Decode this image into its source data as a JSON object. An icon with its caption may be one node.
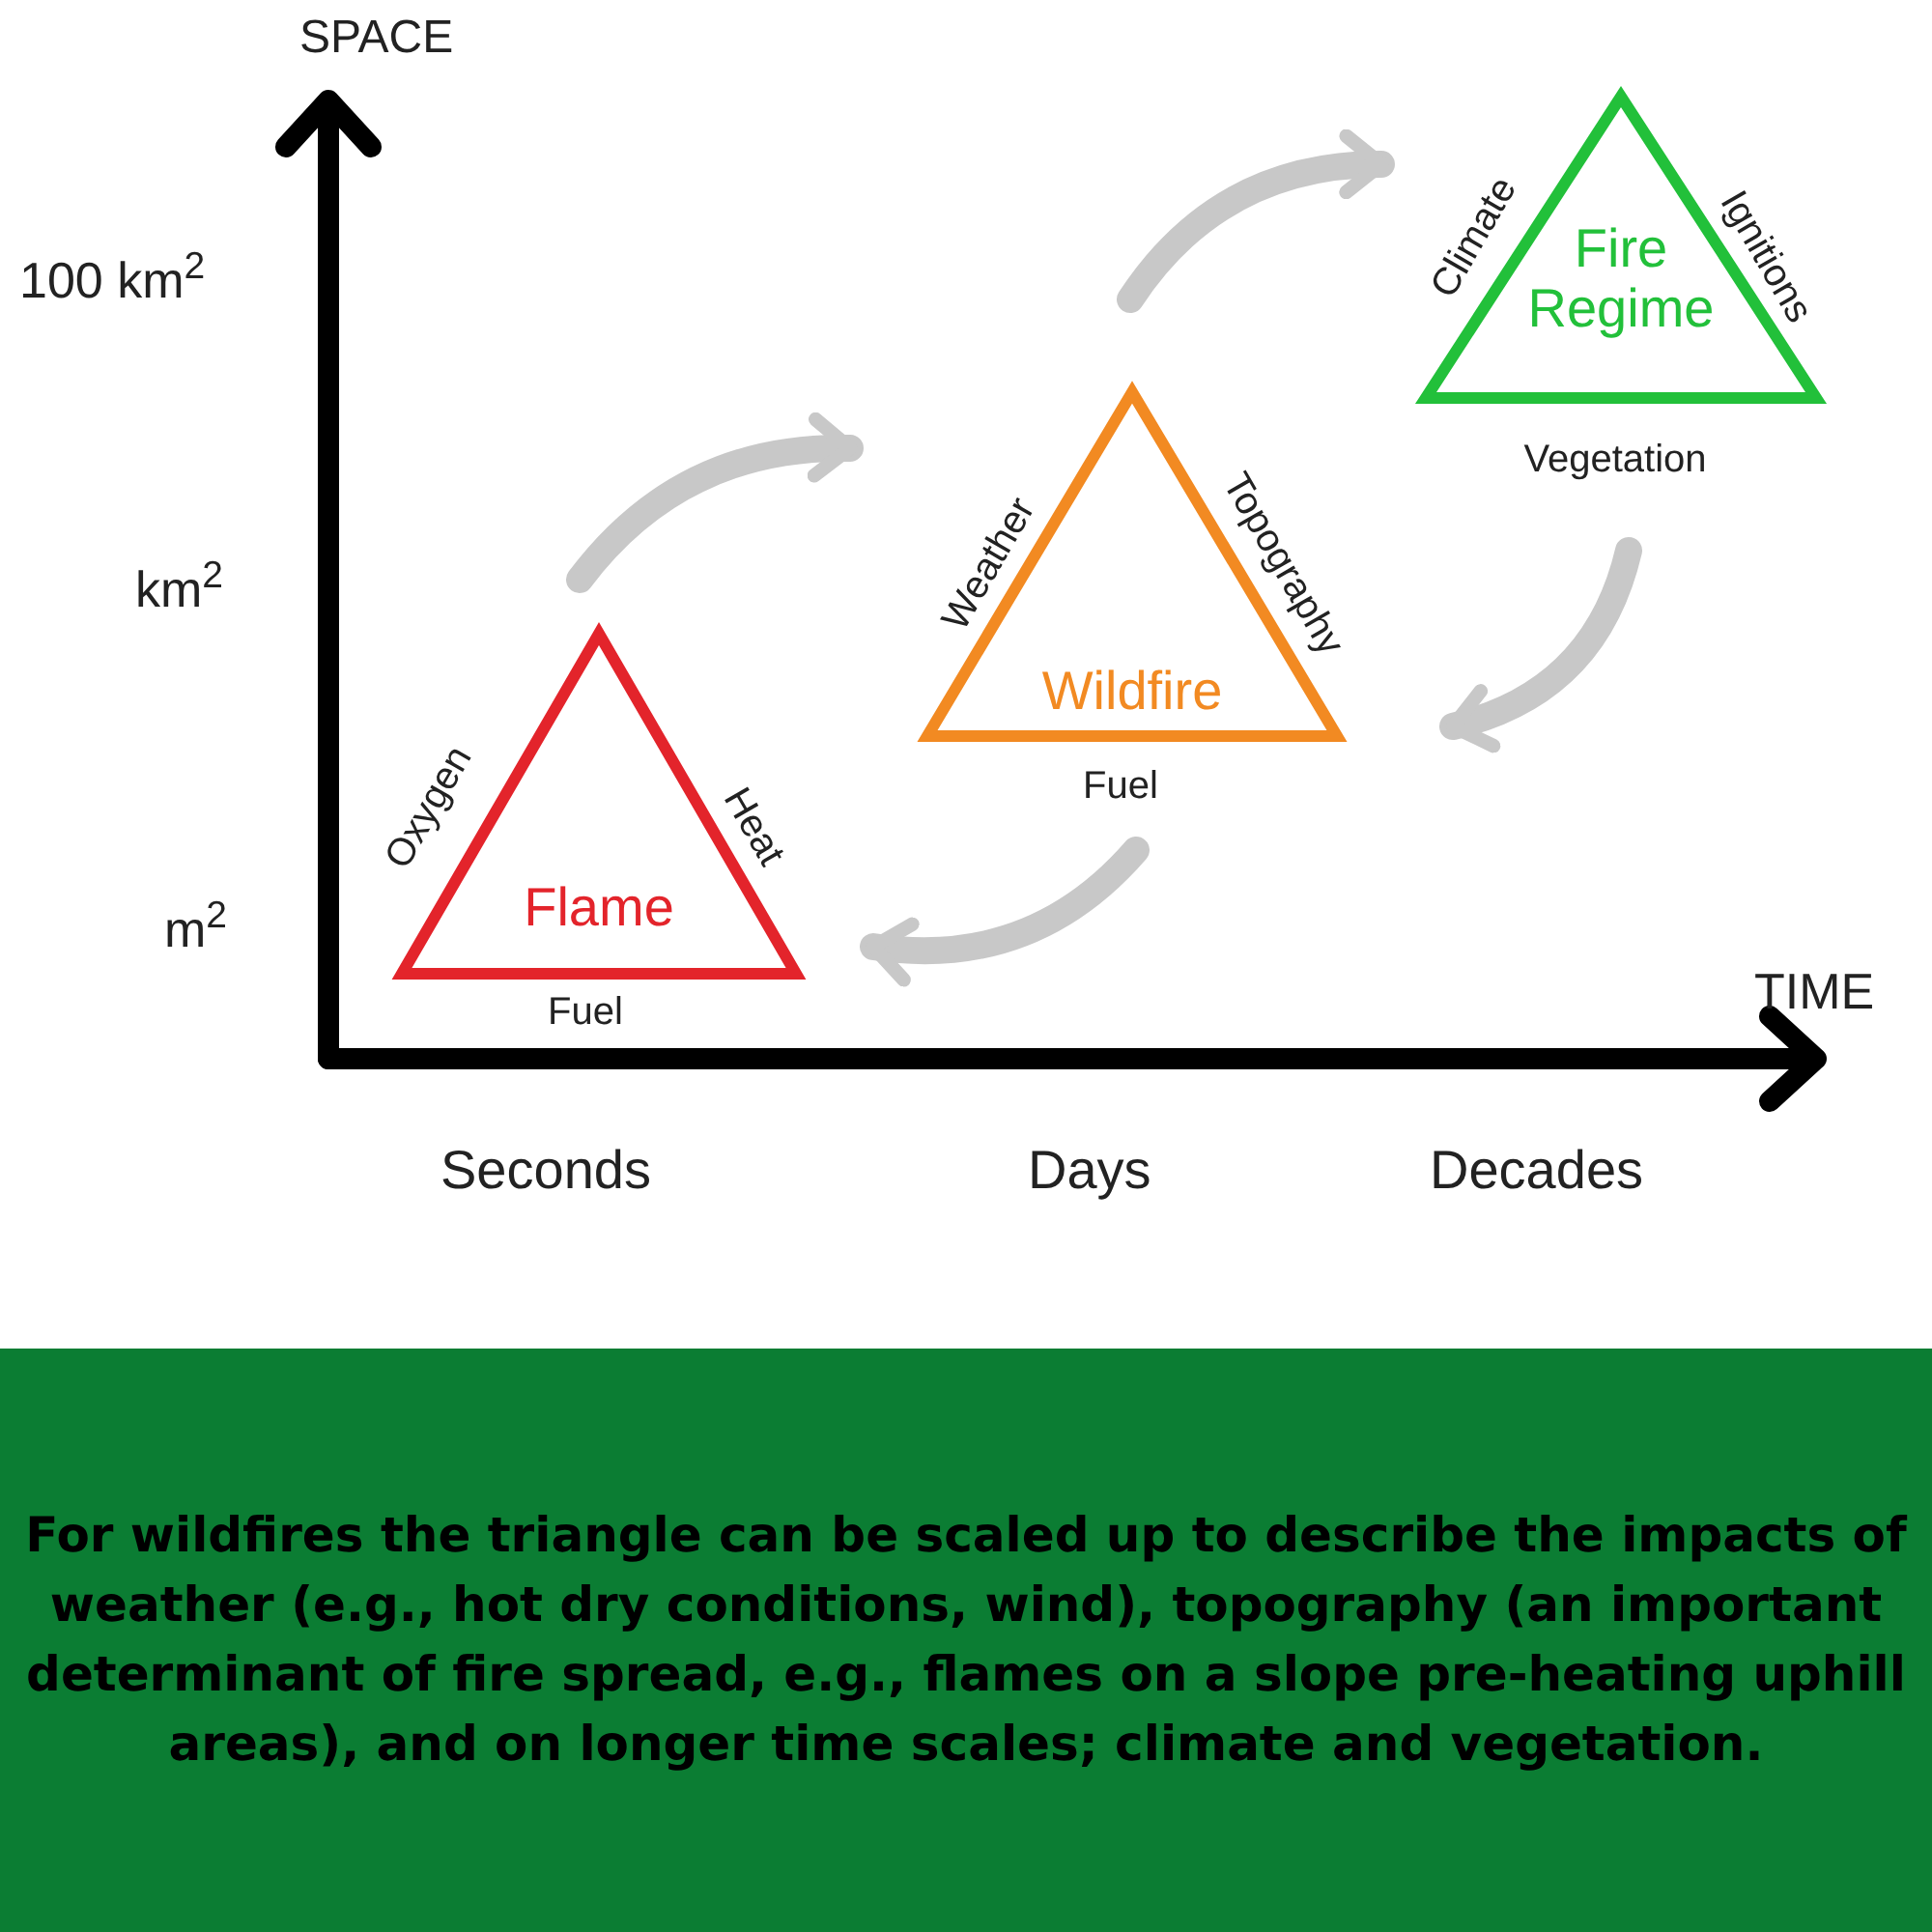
{
  "diagram": {
    "caption": "For wildfires the triangle can be scaled up to describe the impacts of weather (e.g., hot dry conditions, wind), topography (an important determinant of fire spread, e.g., flames on a slope pre-heating uphill areas), and on longer time scales; climate and vegetation.",
    "nodes": [
      {
        "text": [
          "Flame"
        ],
        "beside": [
          "Oxygen",
          "Heat",
          "Fuel"
        ]
      },
      {
        "text": [
          "Wildfire"
        ],
        "beside": [
          "Weather",
          "Topography",
          "Fuel"
        ]
      },
      {
        "text": [
          "Fire Regime"
        ],
        "beside": [
          "Climate",
          "Ignitions",
          "Vegetation"
        ]
      }
    ],
    "edges": [
      {
        "from": 0,
        "to": 1,
        "arrow": "to"
      },
      {
        "from": 1,
        "to": 2,
        "arrow": "to"
      },
      {
        "from": 2,
        "to": 1,
        "arrow": "to"
      },
      {
        "from": 1,
        "to": 0,
        "arrow": "to"
      }
    ],
    "labels": [
      "SPACE",
      "100 km$^{2}$",
      "km$^{2}$",
      "m$^{2}$",
      "TIME",
      "Seconds",
      "Days",
      "Decades"
    ]
  }
}
